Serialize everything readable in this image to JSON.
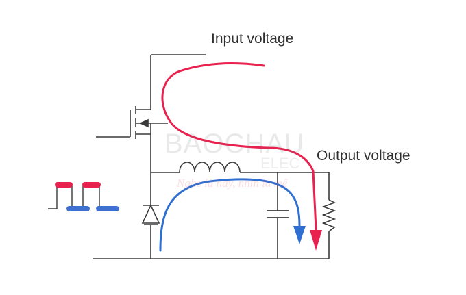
{
  "labels": {
    "input_voltage": "Input voltage",
    "output_voltage": "Output voltage"
  },
  "watermark": {
    "brand": "BAOCHAU",
    "sub": "ELEC",
    "slogan": "Nghe là hay, nhìn là mê"
  },
  "colors": {
    "wire": "#3a3a3a",
    "input_current": "#e8214f",
    "freewheel_current": "#2f6fd1",
    "pulse_high": "#e8214f",
    "pulse_low": "#3f6fd1"
  },
  "icons": [
    "mosfet-icon",
    "inductor-icon",
    "diode-icon",
    "capacitor-icon",
    "resistor-icon",
    "pulse-wave-icon"
  ]
}
